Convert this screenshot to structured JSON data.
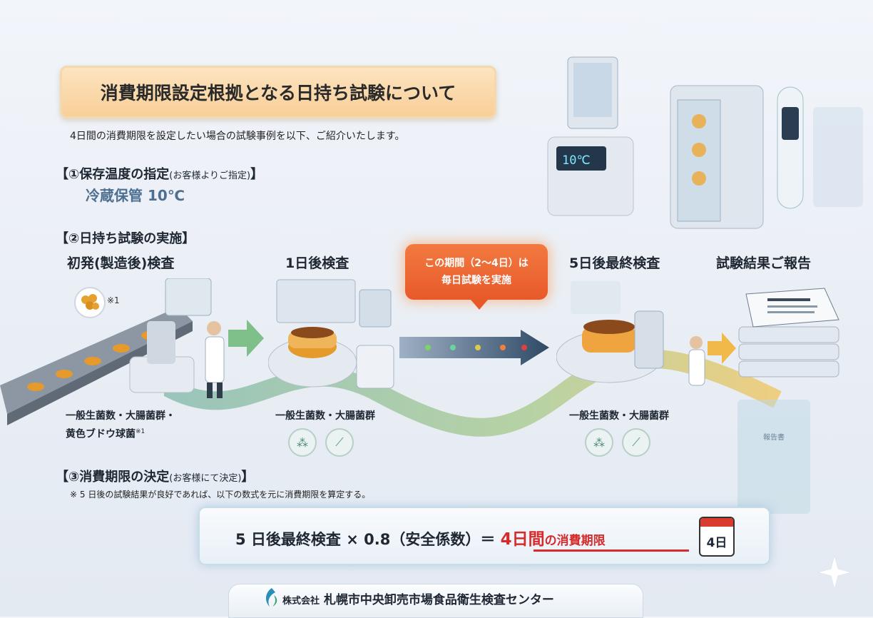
{
  "header": {
    "title": "消費期限設定根拠となる日持ち試験について",
    "intro": "4日間の消費期限を設定したい場合の試験事例を以下、ご紹介いたします。"
  },
  "section1": {
    "heading": "【①保存温度の指定",
    "heading_note": "(お客様よりご指定)",
    "heading_close": "】",
    "storage": "冷蔵保管 10℃"
  },
  "section2": {
    "heading": "【②日持ち試験の実施】",
    "steps": [
      {
        "label": "初発(製造後)検査",
        "tests": [
          "一般生菌数・大腸菌群・",
          "黄色ブドウ球菌"
        ],
        "footnote": "※1"
      },
      {
        "label": "1日後検査",
        "tests": [
          "一般生菌数・大腸菌群"
        ]
      },
      {
        "label": "5日後最終検査",
        "tests": [
          "一般生菌数・大腸菌群"
        ]
      },
      {
        "label": "試験結果ご報告"
      }
    ],
    "callout": [
      "この期間（2～4日）は",
      "毎日試験を実施"
    ],
    "sample_footnote": "※1",
    "display_temp": "10℃",
    "report_label": "報告書"
  },
  "section3": {
    "heading": "【③消費期限の決定",
    "heading_note": "(お客様にて決定)",
    "heading_close": "】",
    "note": "※ 5 日後の試験結果が良好であれば、以下の数式を元に消費期限を算定する。"
  },
  "formula": {
    "expression": "5 日後最終検査 × 0.8（安全係数）＝",
    "result_bold": "4日間",
    "result_tail": "の消費期限",
    "calendar": "4日"
  },
  "footer": {
    "company_type": "株式会社",
    "company": "札幌市中央卸売市場食品衛生検査センター"
  },
  "colors": {
    "accent": "#f8cf98",
    "callout": "#e8592a",
    "result": "#d62b2b",
    "storage": "#4d6f91"
  }
}
